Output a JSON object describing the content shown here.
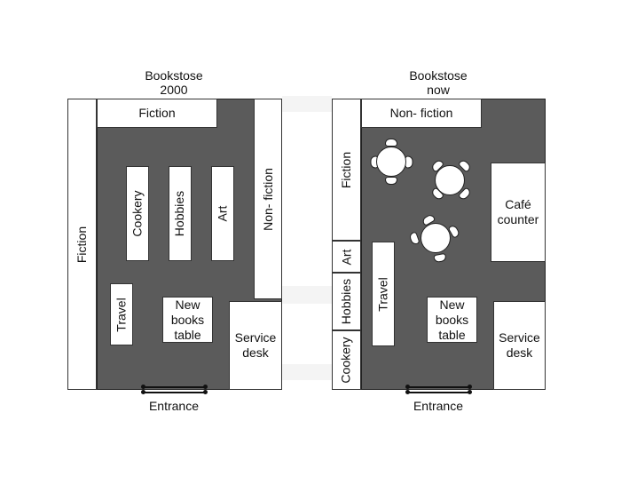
{
  "plans": [
    {
      "title_line1": "Bookstose",
      "title_line2": "2000",
      "fiction_top": "Fiction",
      "fiction_left": "Fiction",
      "non_fiction": "Non- fiction",
      "cookery": "Cookery",
      "hobbies": "Hobbies",
      "art": "Art",
      "travel": "Travel",
      "new_books": "New\nbooks\ntable",
      "service": "Service\ndesk",
      "entrance": "Entrance"
    },
    {
      "title_line1": "Bookstose",
      "title_line2": "now",
      "non_fiction": "Non- fiction",
      "fiction": "Fiction",
      "art": "Art",
      "hobbies": "Hobbies",
      "cookery": "Cookery",
      "travel": "Travel",
      "cafe": "Café\ncounter",
      "new_books": "New\nbooks\ntable",
      "service": "Service\ndesk",
      "entrance": "Entrance"
    }
  ],
  "colors": {
    "floor": "#5b5b5b",
    "shelf": "#ffffff",
    "outline": "#222222"
  }
}
